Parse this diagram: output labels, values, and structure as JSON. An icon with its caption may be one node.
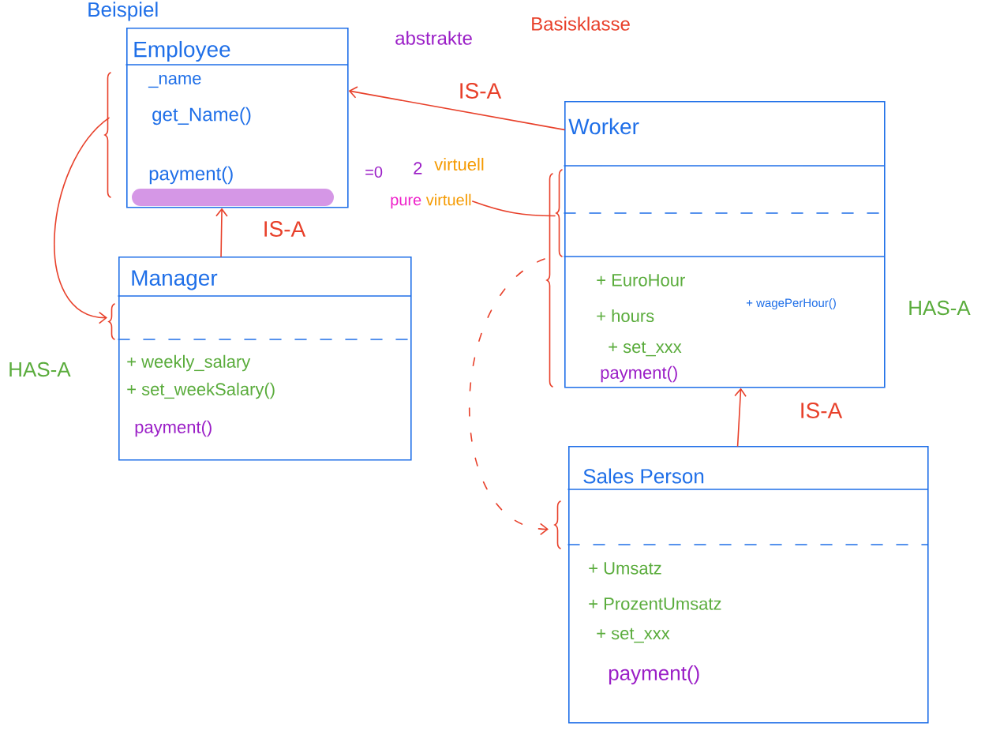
{
  "diagram": {
    "title": "Beispiel",
    "nodes": [
      {
        "text": [
          "Employee",
          "_name",
          "get_Name()",
          "payment()"
        ]
      },
      {
        "text": [
          "Manager",
          "+ weekly_salary",
          "+ set_weekSalary()",
          "payment()"
        ]
      },
      {
        "text": [
          "Worker",
          "+ EuroHour",
          "+ wagePerHour()",
          "+ hours",
          "+ set_xxx",
          "payment()"
        ]
      },
      {
        "text": [
          "Sales Person",
          "+ Umsatz",
          "+ ProzentUmsatz",
          "+ set_xxx",
          "payment()"
        ]
      },
      {
        "text": [
          "pure",
          "virtuell"
        ]
      }
    ],
    "edges": [
      {
        "from": 2,
        "to": 0,
        "arrow": "to",
        "label": "IS-A"
      },
      {
        "from": 1,
        "to": 0,
        "arrow": "to",
        "label": "IS-A"
      },
      {
        "from": 3,
        "to": 2,
        "arrow": "to",
        "label": "IS-A"
      },
      {
        "from": 0,
        "to": 1,
        "arrow": "to"
      },
      {
        "from": 2,
        "to": 3,
        "arrow": "to",
        "style": "dashed"
      },
      {
        "from": 4,
        "to": 2,
        "arrow": "none"
      }
    ],
    "labels": [
      "abstrakte",
      "Basisklasse",
      "=0",
      "2",
      "virtuell",
      "HAS-A",
      "HAS-A"
    ]
  }
}
